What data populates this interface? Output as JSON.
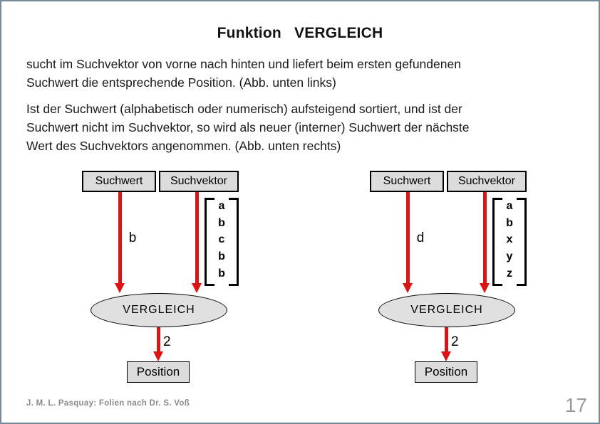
{
  "slide": {
    "title": "Funktion   VERGLEICH",
    "body": {
      "paragraph1_lines": [
        "sucht im Suchvektor von vorne nach hinten und liefert beim ersten gefundenen",
        "Suchwert die entsprechende Position. (Abb. unten links)"
      ],
      "paragraph2_lines": [
        "Ist der Suchwert (alphabetisch oder numerisch) aufsteigend sortiert, und ist der",
        "Suchwert nicht im Suchvektor, so wird als neuer (interner) Suchwert der nächste",
        "Wert des Suchvektors angenommen. (Abb. unten rechts)"
      ]
    },
    "footer": {
      "credit": "J. M. L. Pasquay: Folien nach Dr. S. Voß",
      "page_number": "17"
    }
  },
  "diagrams": {
    "left": {
      "suchwert_label": "Suchwert",
      "suchvektor_label": "Suchvektor",
      "suchwert_value": "b",
      "suchvektor_values": [
        "a",
        "b",
        "c",
        "b",
        "b"
      ],
      "function_label": "VERGLEICH",
      "result_value": "2",
      "position_label": "Position"
    },
    "right": {
      "suchwert_label": "Suchwert",
      "suchvektor_label": "Suchvektor",
      "suchwert_value": "d",
      "suchvektor_values": [
        "a",
        "b",
        "x",
        "y",
        "z"
      ],
      "function_label": "VERGLEICH",
      "result_value": "2",
      "position_label": "Position"
    }
  },
  "colors": {
    "arrow_red": "#dd1414",
    "box_fill": "#dcdcdc",
    "ellipse_fill": "#e0e0e0",
    "slide_border": "#74899a",
    "footer_gray": "#8a8a8a"
  }
}
